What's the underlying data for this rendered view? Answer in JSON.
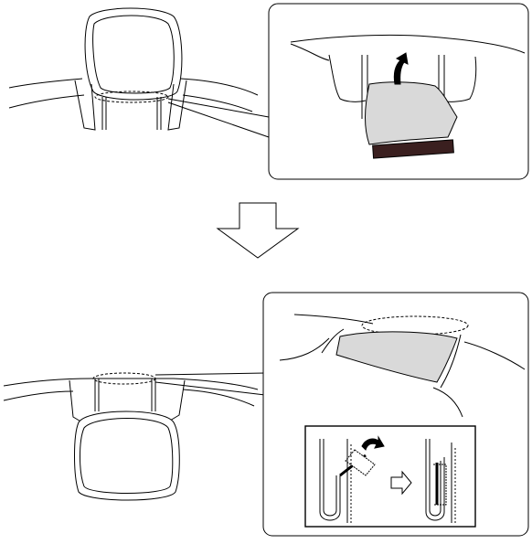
{
  "figure": {
    "panels": [
      {
        "id": "top-overview",
        "subject": "headrest-installed-on-seat"
      },
      {
        "id": "top-detail",
        "subject": "cloth-lifted-from-headrest-base"
      },
      {
        "id": "bottom-overview",
        "subject": "headrest-lowered-below-seat"
      },
      {
        "id": "bottom-detail",
        "subject": "seat-top-gray-panel"
      },
      {
        "id": "bottom-inset",
        "subject": "fabric-tuck-before-after"
      }
    ],
    "colors": {
      "line": "#000000",
      "gray_fill": "#d9d9d9",
      "dark_bar": "#3a1f1f",
      "background": "#ffffff"
    },
    "icons": [
      "down-arrow-icon",
      "curved-arrow-icon",
      "right-arrow-icon"
    ]
  }
}
